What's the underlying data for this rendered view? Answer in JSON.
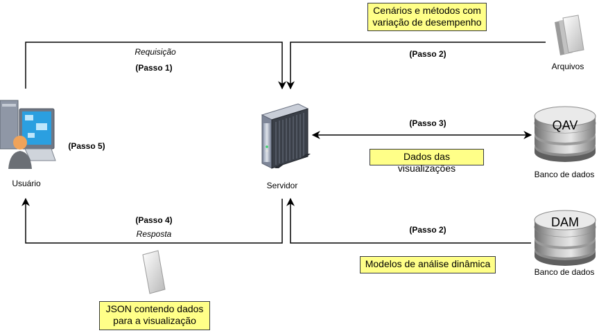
{
  "nodes": {
    "usuario": "Usuário",
    "servidor": "Servidor",
    "arquivos": "Arquivos",
    "qav_name": "QAV",
    "qav_label": "Banco de dados",
    "dam_name": "DAM",
    "dam_label": "Banco de dados"
  },
  "edges": {
    "requisicao": "Requisição",
    "passo1": "(Passo 1)",
    "passo2_top": "(Passo 2)",
    "passo3": "(Passo 3)",
    "passo5": "(Passo 5)",
    "passo4": "(Passo 4)",
    "resposta": "Resposta",
    "passo2_bottom": "(Passo 2)"
  },
  "notes": {
    "cenarios_line1": "Cenários e métodos com",
    "cenarios_line2": "variação de desempenho",
    "dados_visualizacoes": "Dados das visualizações",
    "modelos": "Modelos de análise dinâmica",
    "json_line1": "JSON contendo dados",
    "json_line2": "para a visualização"
  },
  "colors": {
    "note_fill": "#ffff88",
    "line": "#000000"
  }
}
